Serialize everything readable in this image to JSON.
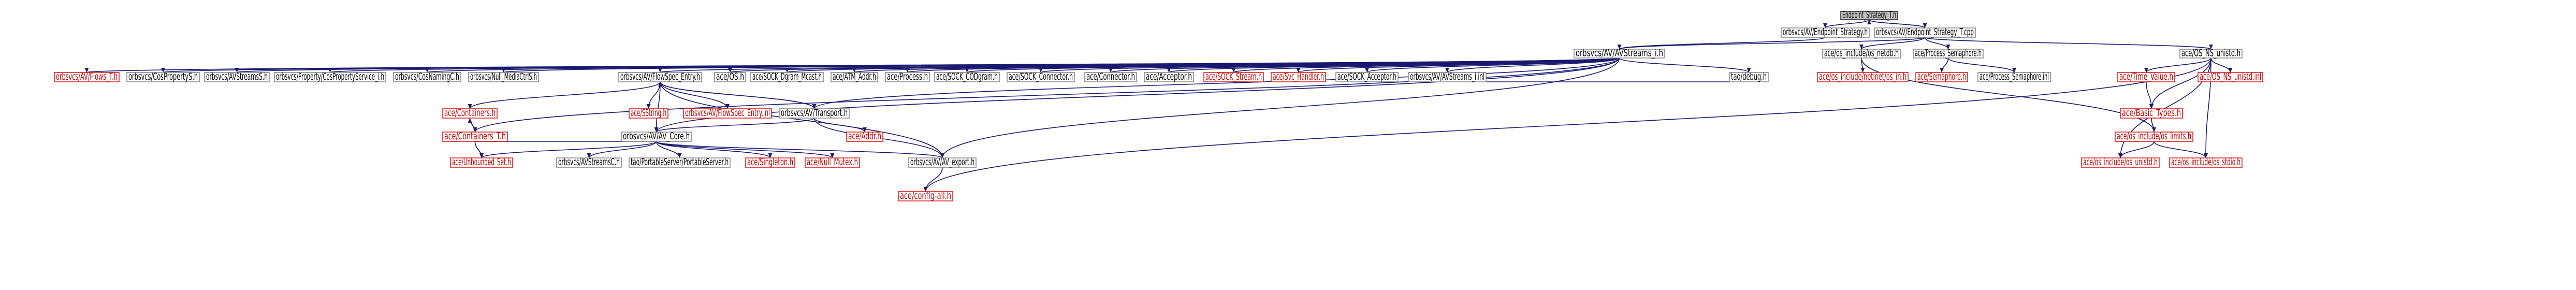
{
  "colors": {
    "edge": "#191970",
    "edge_gray": "#5a5a5a",
    "missing_node_border": "#e02020",
    "missing_node_text": "#c00000",
    "root_fill": "#bfbfbf"
  },
  "nodes": [
    {
      "id": "n_root",
      "label": "Endpoint_Strategy_T.h",
      "kind": "root"
    },
    {
      "id": "n_eps",
      "label": "orbsvcs/AV/Endpoint_Strategy.h",
      "kind": "normal"
    },
    {
      "id": "n_epst",
      "label": "orbsvcs/AV/Endpoint_Strategy_T.cpp",
      "kind": "normal"
    },
    {
      "id": "n_avs",
      "label": "orbsvcs/AV/AVStreams_i.h",
      "kind": "normal"
    },
    {
      "id": "n_onu",
      "label": "ace/OS_NS_unistd.h",
      "kind": "normal"
    },
    {
      "id": "n_ossd",
      "label": "ace/os_include/os_netdb.h",
      "kind": "normal"
    },
    {
      "id": "n_psem",
      "label": "ace/Process_Semaphore.h",
      "kind": "normal"
    },
    {
      "id": "n_flows",
      "label": "orbsvcs/AV/Flows_T.h",
      "kind": "missing"
    },
    {
      "id": "n_cosps",
      "label": "orbsvcs/CosPropertyS.h",
      "kind": "normal"
    },
    {
      "id": "n_avstrs",
      "label": "orbsvcs/AVStreamsS.h",
      "kind": "normal"
    },
    {
      "id": "n_propsvc",
      "label": "orbsvcs/Property/CosPropertyService_i.h",
      "kind": "normal"
    },
    {
      "id": "n_cosnc",
      "label": "orbsvcs/CosNamingC.h",
      "kind": "normal"
    },
    {
      "id": "n_nullmc",
      "label": "orbsvcs/Null_MediaCtrlS.h",
      "kind": "normal"
    },
    {
      "id": "n_flowspec",
      "label": "orbsvcs/AV/FlowSpec_Entry.h",
      "kind": "normal"
    },
    {
      "id": "n_acos",
      "label": "ace/OS.h",
      "kind": "normal"
    },
    {
      "id": "n_sockdm",
      "label": "ace/SOCK_Dgram_Mcast.h",
      "kind": "normal"
    },
    {
      "id": "n_atmaddr",
      "label": "ace/ATM_Addr.h",
      "kind": "normal"
    },
    {
      "id": "n_process",
      "label": "ace/Process.h",
      "kind": "normal"
    },
    {
      "id": "n_sockcod",
      "label": "ace/SOCK_CODgram.h",
      "kind": "normal"
    },
    {
      "id": "n_sockconn",
      "label": "ace/SOCK_Connector.h",
      "kind": "normal"
    },
    {
      "id": "n_connector",
      "label": "ace/Connector.h",
      "kind": "normal"
    },
    {
      "id": "n_acceptor",
      "label": "ace/Acceptor.h",
      "kind": "normal"
    },
    {
      "id": "n_sockstream",
      "label": "ace/SOCK_Stream.h",
      "kind": "missing"
    },
    {
      "id": "n_svch",
      "label": "ace/Svc_Handler.h",
      "kind": "missing"
    },
    {
      "id": "n_sockacc",
      "label": "ace/SOCK_Acceptor.h",
      "kind": "normal"
    },
    {
      "id": "n_avsi",
      "label": "orbsvcs/AV/AVStreams_i.inl",
      "kind": "normal"
    },
    {
      "id": "n_debug",
      "label": "tao/debug.h",
      "kind": "normal"
    },
    {
      "id": "n_osinc",
      "label": "ace/os_include/netinet/os_in.h",
      "kind": "missing"
    },
    {
      "id": "n_sem",
      "label": "ace/Semaphore.h",
      "kind": "missing"
    },
    {
      "id": "n_psemi",
      "label": "ace/Process_Semaphore.inl",
      "kind": "normal"
    },
    {
      "id": "n_timev",
      "label": "ace/Time_Value.h",
      "kind": "missing"
    },
    {
      "id": "n_onui",
      "label": "ace/OS_NS_unistd.inl",
      "kind": "missing"
    },
    {
      "id": "n_containers",
      "label": "ace/Containers.h",
      "kind": "missing"
    },
    {
      "id": "n_sstring",
      "label": "ace/SString.h",
      "kind": "missing"
    },
    {
      "id": "n_fsei",
      "label": "orbsvcs/AV/FlowSpec_Entry.inl",
      "kind": "missing"
    },
    {
      "id": "n_transport",
      "label": "orbsvcs/AV/Transport.h",
      "kind": "normal"
    },
    {
      "id": "n_basic",
      "label": "ace/Basic_Types.h",
      "kind": "missing"
    },
    {
      "id": "n_containerst",
      "label": "ace/Containers_T.h",
      "kind": "missing"
    },
    {
      "id": "n_avcore",
      "label": "orbsvcs/AV/AV_Core.h",
      "kind": "normal"
    },
    {
      "id": "n_addr",
      "label": "ace/Addr.h",
      "kind": "missing"
    },
    {
      "id": "n_oslimits",
      "label": "ace/os_include/os_limits.h",
      "kind": "missing"
    },
    {
      "id": "n_unbset",
      "label": "ace/Unbounded_Set.h",
      "kind": "missing"
    },
    {
      "id": "n_avstrc",
      "label": "orbsvcs/AVStreamsC.h",
      "kind": "normal"
    },
    {
      "id": "n_pserver",
      "label": "tao/PortableServer/PortableServer.h",
      "kind": "normal"
    },
    {
      "id": "n_singleton",
      "label": "ace/Singleton.h",
      "kind": "missing"
    },
    {
      "id": "n_nullmutex",
      "label": "ace/Null_Mutex.h",
      "kind": "missing"
    },
    {
      "id": "n_avexport",
      "label": "orbsvcs/AV/AV_export.h",
      "kind": "normal"
    },
    {
      "id": "n_osunistd",
      "label": "ace/os_include/os_unistd.h",
      "kind": "missing"
    },
    {
      "id": "n_osstdio",
      "label": "ace/os_include/os_stdio.h",
      "kind": "missing"
    },
    {
      "id": "n_config",
      "label": "ace/config-all.h",
      "kind": "missing"
    }
  ]
}
